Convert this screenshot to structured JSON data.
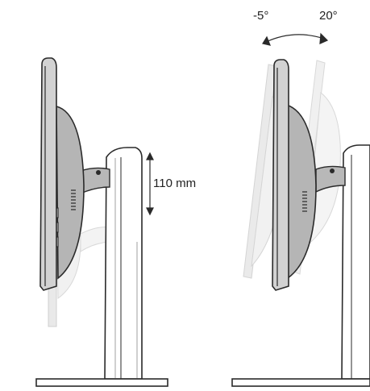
{
  "labels": {
    "height_adjustment": "110 mm",
    "tilt_back": "-5°",
    "tilt_forward": "20°"
  },
  "colors": {
    "outline": "#2a2a2a",
    "panel": "#c9c9c9",
    "panel_dark": "#9a9a9a",
    "ghost": "#dcdcdc"
  }
}
